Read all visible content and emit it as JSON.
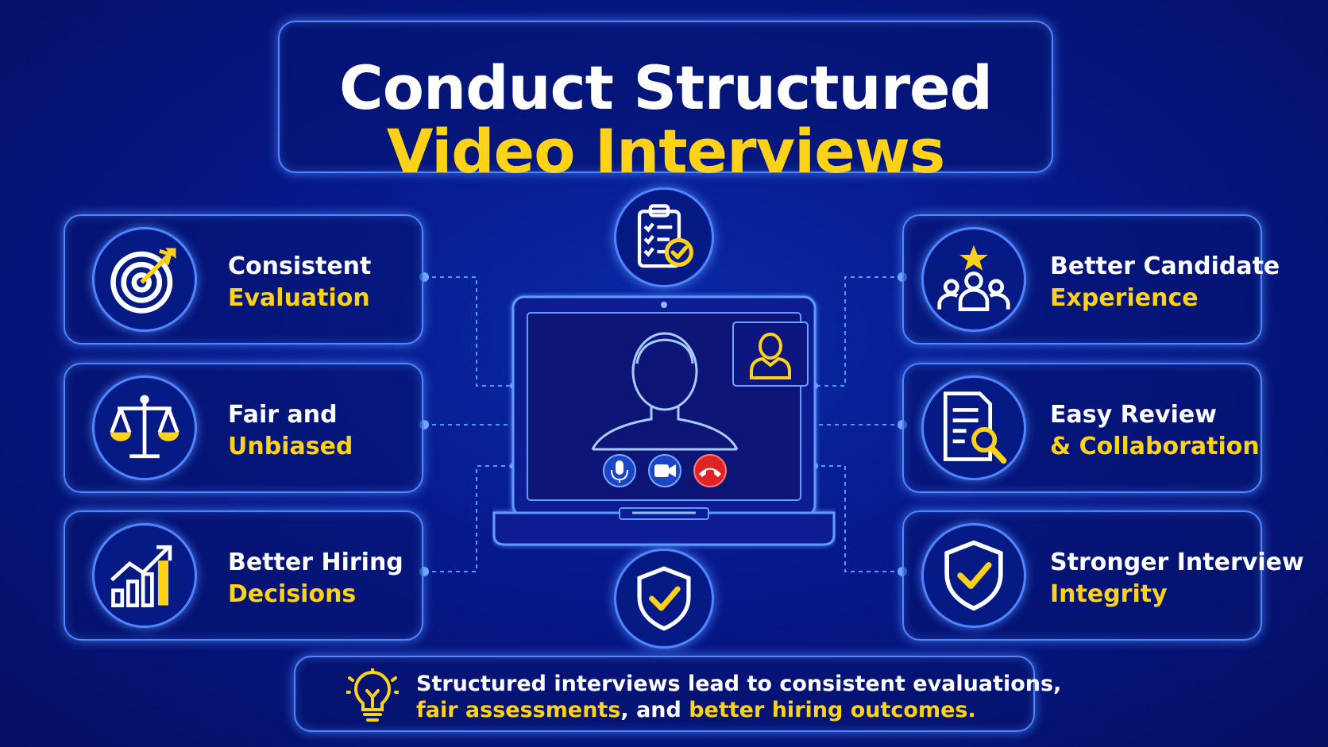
{
  "title": {
    "line1": "Conduct Structured",
    "line2": "Video Interviews"
  },
  "left_cards": [
    {
      "line1": "Consistent",
      "line2": "Evaluation",
      "icon": "target-icon"
    },
    {
      "line1": "Fair and",
      "line2": "Unbiased",
      "icon": "scales-icon"
    },
    {
      "line1": "Better Hiring",
      "line2": "Decisions",
      "icon": "growth-chart-icon"
    }
  ],
  "right_cards": [
    {
      "line1": "Better Candidate",
      "line2": "Experience",
      "icon": "team-star-icon"
    },
    {
      "line1": "Easy Review",
      "line2": "& Collaboration",
      "icon": "document-search-icon"
    },
    {
      "line1": "Stronger Interview",
      "line2": "Integrity",
      "icon": "shield-check-icon"
    }
  ],
  "center": {
    "top_badge_icon": "clipboard-checklist-icon",
    "bottom_badge_icon": "shield-check-icon",
    "laptop_icon": "video-call-laptop-icon",
    "controls": [
      "microphone-icon",
      "camera-icon",
      "hang-up-icon"
    ]
  },
  "footer": {
    "line1": "Structured interviews lead to consistent evaluations,",
    "line2_a": "fair assessments",
    "line2_b": ", and ",
    "line2_c": "better hiring outcomes."
  },
  "colors": {
    "accent": "#ffd21a",
    "glow": "#4f86ff",
    "background": "#06188a",
    "hangup": "#e02424"
  }
}
